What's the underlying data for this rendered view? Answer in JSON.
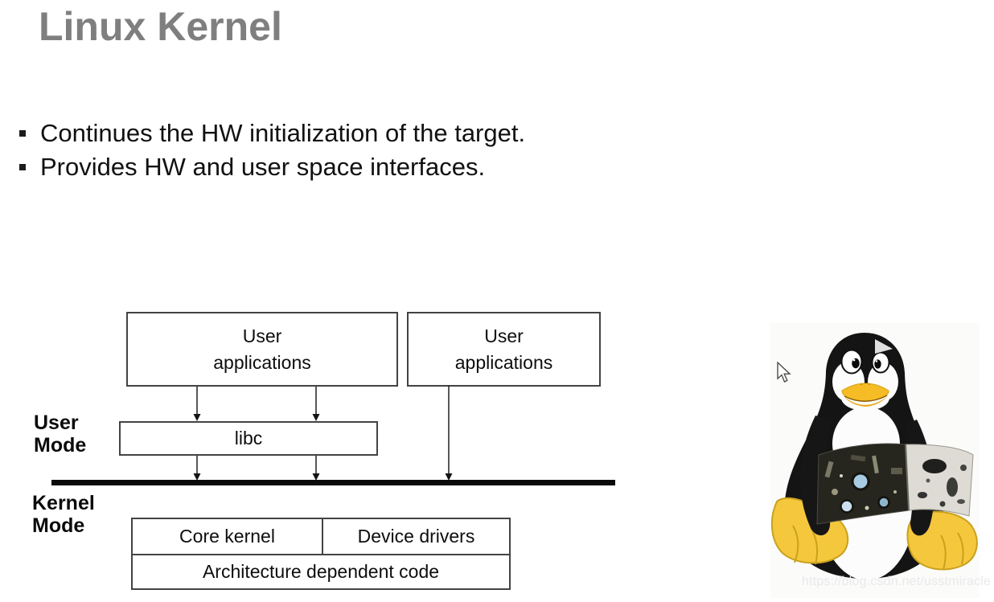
{
  "slide": {
    "title": "Linux Kernel",
    "bullets": [
      "Continues the HW initialization of the target.",
      "Provides HW and user space interfaces."
    ]
  },
  "diagram": {
    "labels": {
      "user_mode": "User\nMode",
      "kernel_mode": "Kernel\nMode"
    },
    "boxes": {
      "user_apps_left": "User\napplications",
      "user_apps_right": "User\napplications",
      "libc": "libc",
      "core_kernel": "Core kernel",
      "device_drivers": "Device drivers",
      "arch_code": "Architecture dependent code"
    }
  },
  "figure": {
    "name": "tux-penguin-photo",
    "watermark": "https://blog.csdn.net/usstmiracle"
  },
  "colors": {
    "title_gray": "#7f7f7f",
    "body_text": "#111111",
    "box_border": "#434343",
    "kernel_boundary": "#0a0a0a",
    "tux_yellow": "#f5c73c",
    "tux_black": "#141414",
    "watermark_gray": "#e9e9eb"
  }
}
